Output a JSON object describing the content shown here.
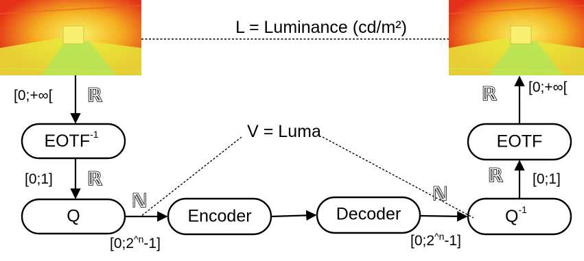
{
  "nodes": {
    "eotf_inverse": {
      "label": "EOTF",
      "superscript": "-1"
    },
    "quantizer": {
      "label": "Q"
    },
    "encoder": {
      "label": "Encoder"
    },
    "decoder": {
      "label": "Decoder"
    },
    "dequantizer": {
      "label": "Q",
      "superscript": "-1"
    },
    "eotf": {
      "label": "EOTF"
    }
  },
  "ranges": {
    "input_luminance": "[0;+∞[",
    "normalized_in": "[0;1]",
    "quantized_out": "[0;2^n-1]",
    "quantized_in": "[0;2^n-1]",
    "normalized_out": "[0;1]",
    "output_luminance": "[0;+∞["
  },
  "annotations": {
    "luminance": "L = Luminance (cd/m²)",
    "luma": "V = Luma"
  },
  "set_symbols": {
    "real": "ℝ",
    "natural": "ℕ"
  },
  "images": [
    {
      "name": "input-hdr-image",
      "description_icon": "false-color-tunnel-image"
    },
    {
      "name": "output-hdr-image",
      "description_icon": "false-color-tunnel-image"
    }
  ],
  "colors": {
    "heatmap_red": "#e8321c",
    "heatmap_orange": "#f59a1a",
    "heatmap_yellow": "#f4f03a",
    "heatmap_green": "#a8e060"
  }
}
